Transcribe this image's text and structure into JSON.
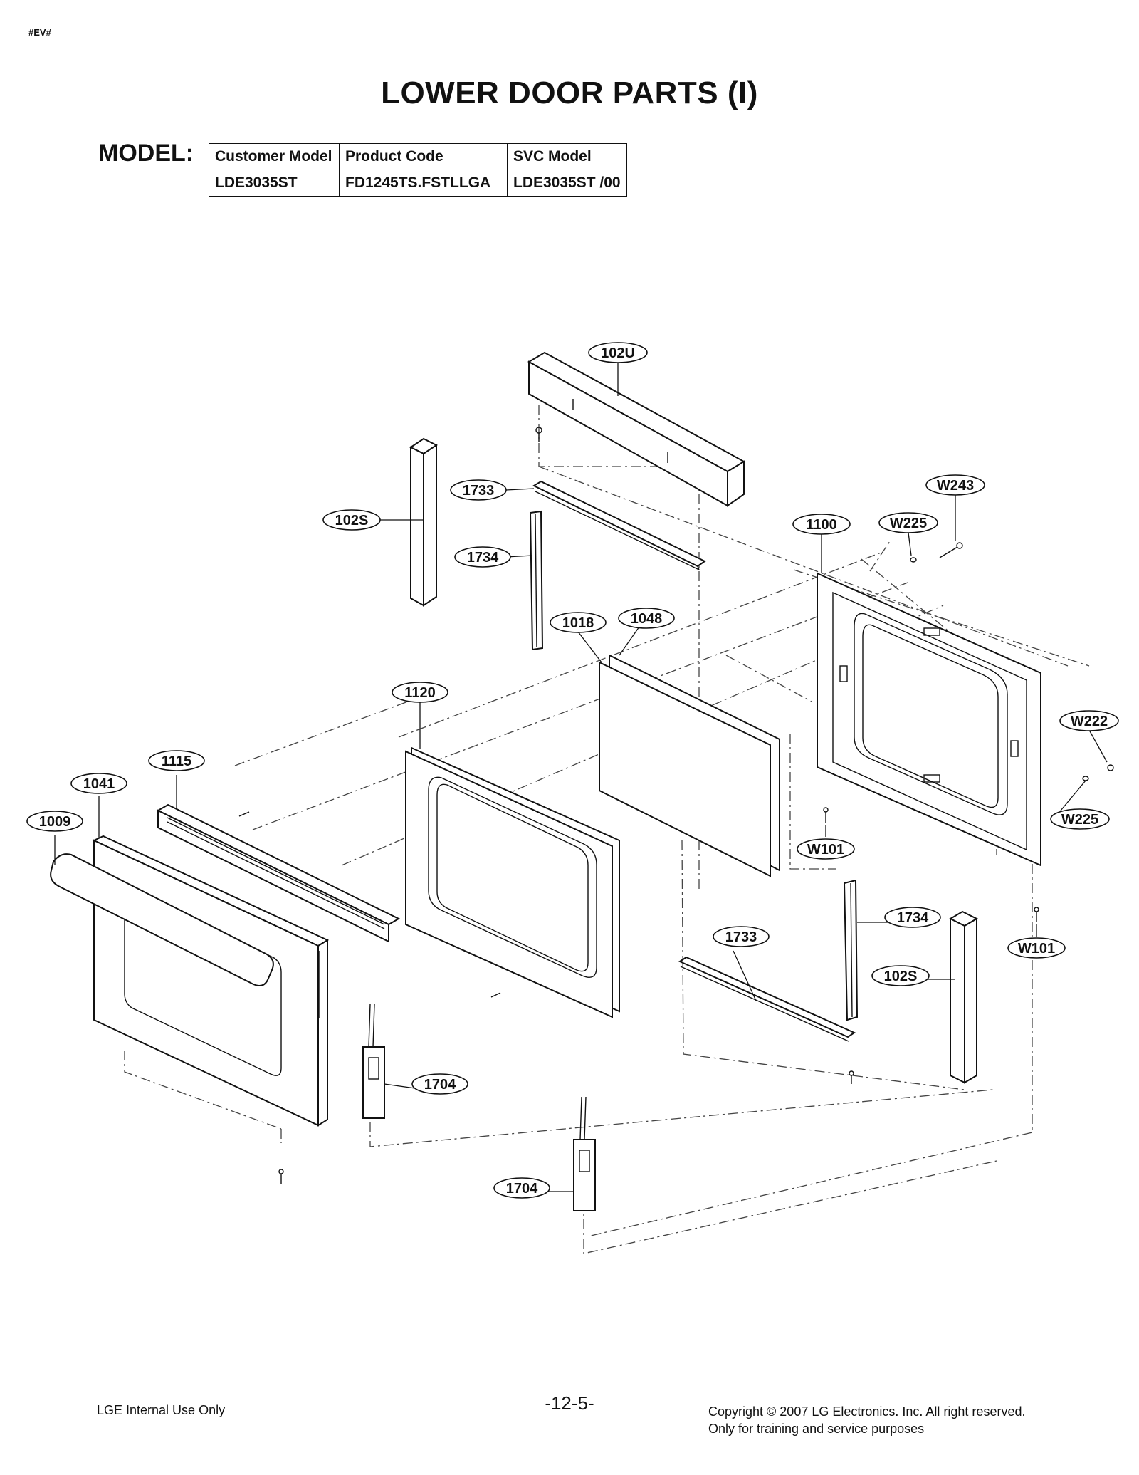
{
  "header": {
    "tag": "#EV#",
    "title": "LOWER DOOR PARTS (I)"
  },
  "model": {
    "label": "MODEL:",
    "columns": [
      "Customer Model",
      "Product Code",
      "SVC Model"
    ],
    "row": [
      "LDE3035ST",
      "FD1245TS.FSTLLGA",
      "LDE3035ST /00"
    ]
  },
  "callouts": {
    "p102U": "102U",
    "p102S_a": "102S",
    "p102S_b": "102S",
    "p1733_a": "1733",
    "p1733_b": "1733",
    "p1734_a": "1734",
    "p1734_b": "1734",
    "p1100": "1100",
    "pW225_a": "W225",
    "pW225_b": "W225",
    "pW243": "W243",
    "p1018": "1018",
    "p1048": "1048",
    "p1120": "1120",
    "pW222": "W222",
    "p1115": "1115",
    "p1041": "1041",
    "p1009": "1009",
    "pW101_a": "W101",
    "pW101_b": "W101",
    "p1704_a": "1704",
    "p1704_b": "1704"
  },
  "footer": {
    "left": "LGE Internal Use Only",
    "page": "-12-5-",
    "copyright": "Copyright © 2007 LG Electronics. Inc. All right reserved.",
    "note": "Only for training and service purposes"
  }
}
